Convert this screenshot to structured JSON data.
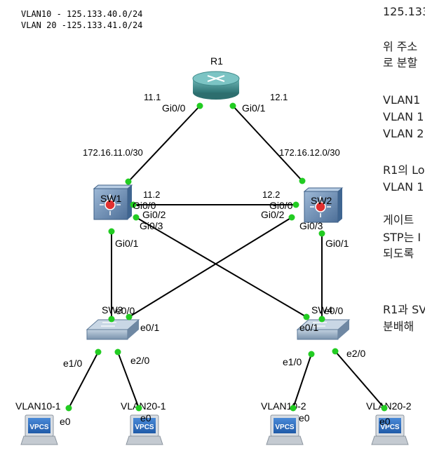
{
  "notes": {
    "vlan10": "VLAN10 - 125.133.40.0/24",
    "vlan20": "VLAN 20 -125.133.41.0/24"
  },
  "side_text": [
    "125.133",
    "위 주소",
    "로 분할",
    "VLAN1",
    "VLAN 1",
    "VLAN 2",
    "R1의 Lo",
    "VLAN 1",
    "게이트",
    "STP는 I",
    "되도록",
    "R1과 SV",
    "분배해"
  ],
  "devices": {
    "r1": "R1",
    "sw1": "SW1",
    "sw2": "SW2",
    "sw3": "SW3",
    "sw4": "SW4",
    "pc1": "VLAN10-1",
    "pc2": "VLAN20-1",
    "pc3": "VLAN10-2",
    "pc4": "VLAN20-2",
    "vpcs": "VPCS"
  },
  "subnets": {
    "left": "172.16.11.0/30",
    "right": "172.16.12.0/30"
  },
  "ips": {
    "r1_left": "11.1",
    "r1_right": "12.1",
    "sw1": "11.2",
    "sw2": "12.2"
  },
  "ports": {
    "r1_gi00": "Gi0/0",
    "r1_gi01": "Gi0/1",
    "sw1_gi00": "Gi0/0",
    "sw1_gi02": "Gi0/2",
    "sw1_gi03": "Gi0/3",
    "sw1_gi01": "Gi0/1",
    "sw2_gi00": "Gi0/0",
    "sw2_gi02": "Gi0/2",
    "sw2_gi03": "Gi0/3",
    "sw2_gi01": "Gi0/1",
    "sw3_e00": "e0/0",
    "sw3_e01": "e0/1",
    "sw3_e10": "e1/0",
    "sw3_e20": "e2/0",
    "sw4_e00": "e0/0",
    "sw4_e01": "e0/1",
    "sw4_e10": "e1/0",
    "sw4_e20": "e2/0",
    "pc1_e0": "e0",
    "pc2_e0": "e0",
    "pc3_e0": "e0",
    "pc4_e0": "e0"
  },
  "colors": {
    "link": "#000000",
    "port_dot": "#22cc22",
    "router": "#3a8c8c",
    "switch_l3": "#5a7fa8",
    "switch_l2": "#8fa6bd"
  }
}
